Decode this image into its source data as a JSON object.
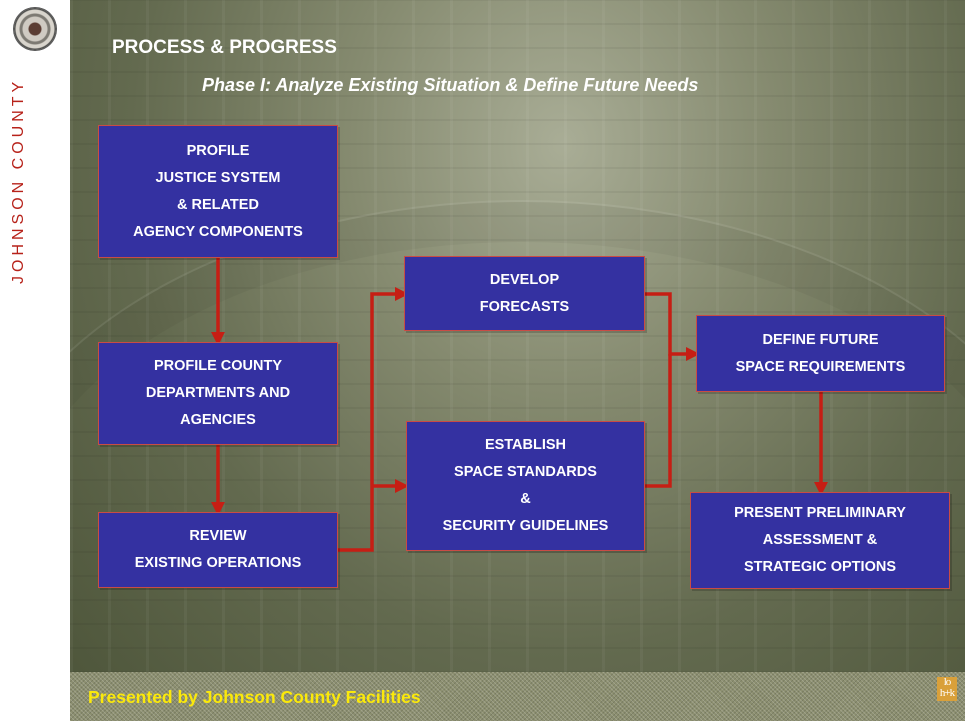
{
  "sidebar": {
    "county_label": "JOHNSON COUNTY"
  },
  "header": {
    "title": "PROCESS & PROGRESS",
    "subtitle": "Phase I: Analyze Existing Situation & Define Future Needs"
  },
  "boxes": {
    "profile_justice": [
      "PROFILE",
      "JUSTICE SYSTEM",
      "& RELATED",
      "AGENCY COMPONENTS"
    ],
    "profile_county": [
      "PROFILE COUNTY",
      "DEPARTMENTS AND",
      "AGENCIES"
    ],
    "review_operations": [
      "REVIEW",
      "EXISTING OPERATIONS"
    ],
    "develop_forecasts": [
      "DEVELOP",
      "FORECASTS"
    ],
    "establish_standards": [
      "ESTABLISH",
      "SPACE STANDARDS",
      "&",
      "SECURITY GUIDELINES"
    ],
    "define_future": [
      "DEFINE FUTURE",
      "SPACE REQUIREMENTS"
    ],
    "present_assessment": [
      "PRESENT PRELIMINARY",
      "ASSESSMENT &",
      "STRATEGIC OPTIONS"
    ]
  },
  "footer": {
    "text": "Presented by Johnson County Facilities",
    "logo": [
      "lo",
      "h+k"
    ]
  },
  "colors": {
    "box_fill": "#3431a1",
    "box_border": "#c94c45",
    "connector": "#c61e14",
    "footer_text": "#fbe90a",
    "sidebar_text": "#b7221a"
  }
}
